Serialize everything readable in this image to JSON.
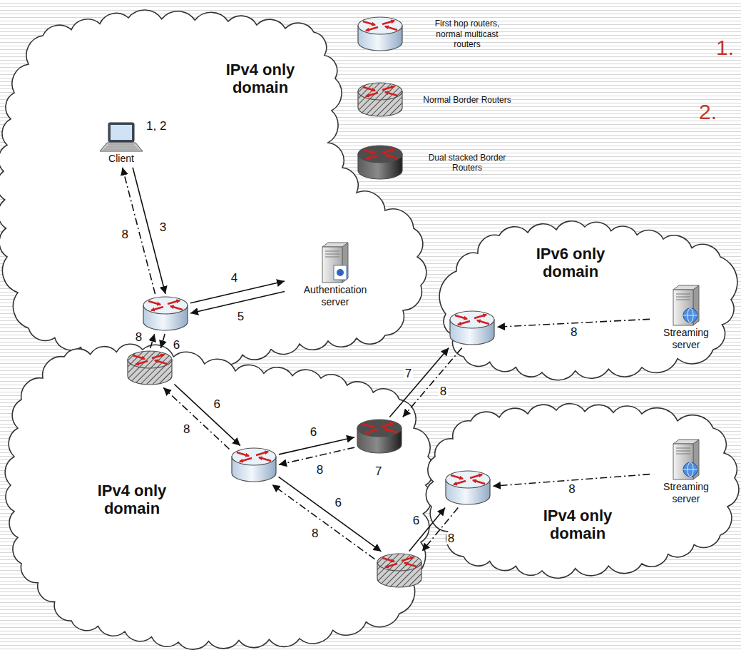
{
  "diagram": {
    "nodes": [
      {
        "text": [
          "IPv4 only domain"
        ]
      },
      {
        "text": [
          "Client"
        ],
        "in": 0
      },
      {
        "text": [
          "Authentication server"
        ],
        "in": 0
      },
      {
        "text": [],
        "in": 0
      },
      {
        "text": [
          "IPv6 only domain"
        ]
      },
      {
        "text": [
          "Streaming server"
        ],
        "in": 4
      },
      {
        "text": [],
        "in": 4
      },
      {
        "text": [
          "IPv4 only domain"
        ]
      },
      {
        "text": [],
        "in": 7
      },
      {
        "text": [],
        "in": 7
      },
      {
        "text": [],
        "in": 7
      },
      {
        "text": [],
        "in": 7
      },
      {
        "text": [
          "IPv4 only domain"
        ]
      },
      {
        "text": [],
        "in": 12
      },
      {
        "text": [
          "Streaming server"
        ],
        "in": 12
      }
    ],
    "edges": [
      {
        "from": 1,
        "to": 3,
        "label": "3",
        "arrow": "to"
      },
      {
        "from": 3,
        "to": 1,
        "label": "8",
        "arrow": "to"
      },
      {
        "from": 3,
        "to": 2,
        "label": "4",
        "arrow": "to"
      },
      {
        "from": 2,
        "to": 3,
        "label": "5",
        "arrow": "to"
      },
      {
        "from": 3,
        "to": 8,
        "label": "6",
        "arrow": "to"
      },
      {
        "from": 8,
        "to": 3,
        "label": "8",
        "arrow": "to"
      },
      {
        "from": 8,
        "to": 9,
        "label": "6",
        "arrow": "to"
      },
      {
        "from": 9,
        "to": 8,
        "label": "8",
        "arrow": "to"
      },
      {
        "from": 9,
        "to": 10,
        "label": "6",
        "arrow": "to"
      },
      {
        "from": 10,
        "to": 9,
        "label": "8",
        "arrow": "to"
      },
      {
        "from": 10,
        "to": 6,
        "label": "7",
        "arrow": "to"
      },
      {
        "from": 6,
        "to": 10,
        "label": "8",
        "arrow": "to"
      },
      {
        "from": 5,
        "to": 6,
        "label": "8",
        "arrow": "to"
      },
      {
        "from": 9,
        "to": 11,
        "label": "6",
        "arrow": "to"
      },
      {
        "from": 11,
        "to": 9,
        "label": "8",
        "arrow": "to"
      },
      {
        "from": 11,
        "to": 13,
        "label": "6",
        "arrow": "to"
      },
      {
        "from": 13,
        "to": 11,
        "label": "8",
        "arrow": "to"
      },
      {
        "from": 14,
        "to": 13,
        "label": "8",
        "arrow": "to"
      }
    ],
    "labels": [
      "1, 2",
      "7",
      "1.",
      "2."
    ],
    "legend": [
      {
        "text": "First hop routers, normal multicast routers"
      },
      {
        "text": "Normal Border Routers"
      },
      {
        "text": "Dual stacked Border Routers"
      }
    ]
  }
}
